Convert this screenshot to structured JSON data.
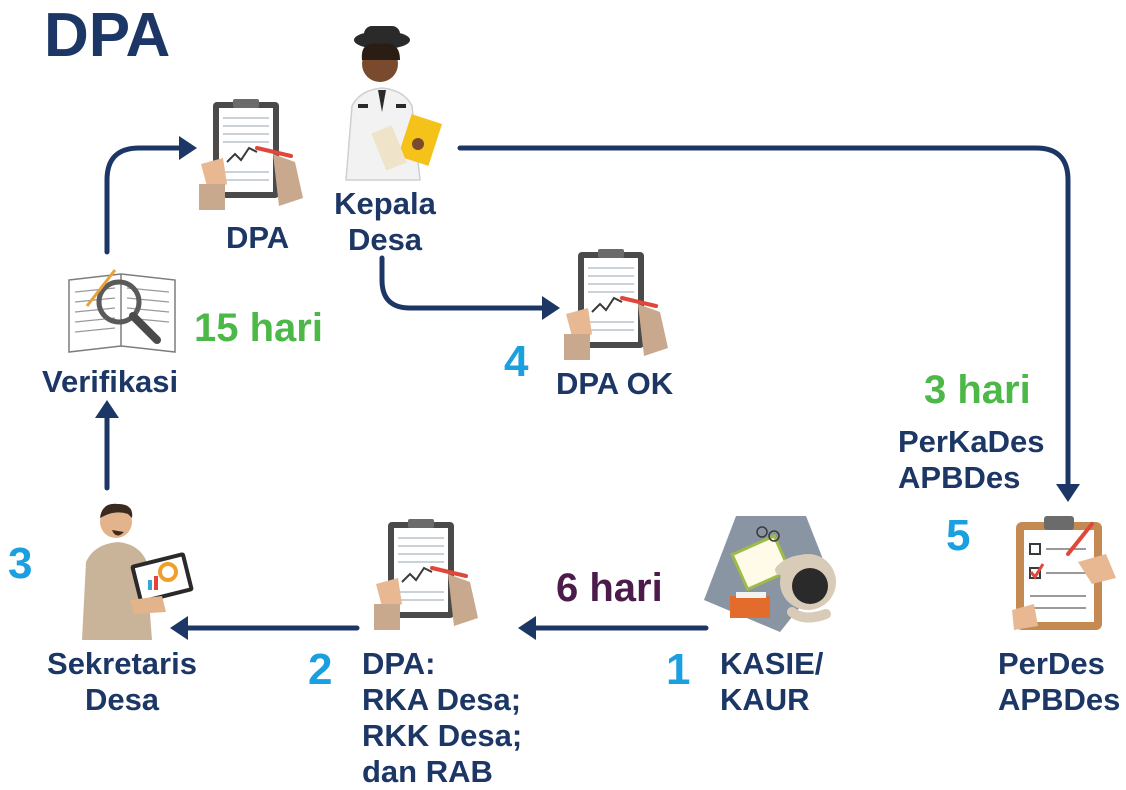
{
  "title": "DPA",
  "colors": {
    "navy": "#1c3766",
    "step_number": "#1aa0e0",
    "green_duration": "#4cb848",
    "purple_duration": "#4b1b4b"
  },
  "steps": [
    {
      "number": "1",
      "label_lines": [
        "KASIE/",
        "KAUR"
      ]
    },
    {
      "number": "2",
      "label_lines": [
        "DPA:",
        "RKA Desa;",
        "RKK Desa;",
        "dan RAB"
      ]
    },
    {
      "number": "3",
      "label_lines": [
        "Sekretaris",
        "Desa"
      ]
    },
    {
      "number": "4",
      "label_lines": [
        "DPA OK"
      ]
    },
    {
      "number": "5",
      "label_lines": [
        "PerDes",
        "APBDes"
      ]
    }
  ],
  "verifikasi_label": "Verifikasi",
  "dpa_top_label": "DPA",
  "kepala_desa_lines": [
    "Kepala",
    "Desa"
  ],
  "durations": {
    "six": "6 hari",
    "fifteen": "15 hari",
    "three": "3 hari"
  },
  "perkades_lines": [
    "PerKaDes",
    "APBDes"
  ]
}
